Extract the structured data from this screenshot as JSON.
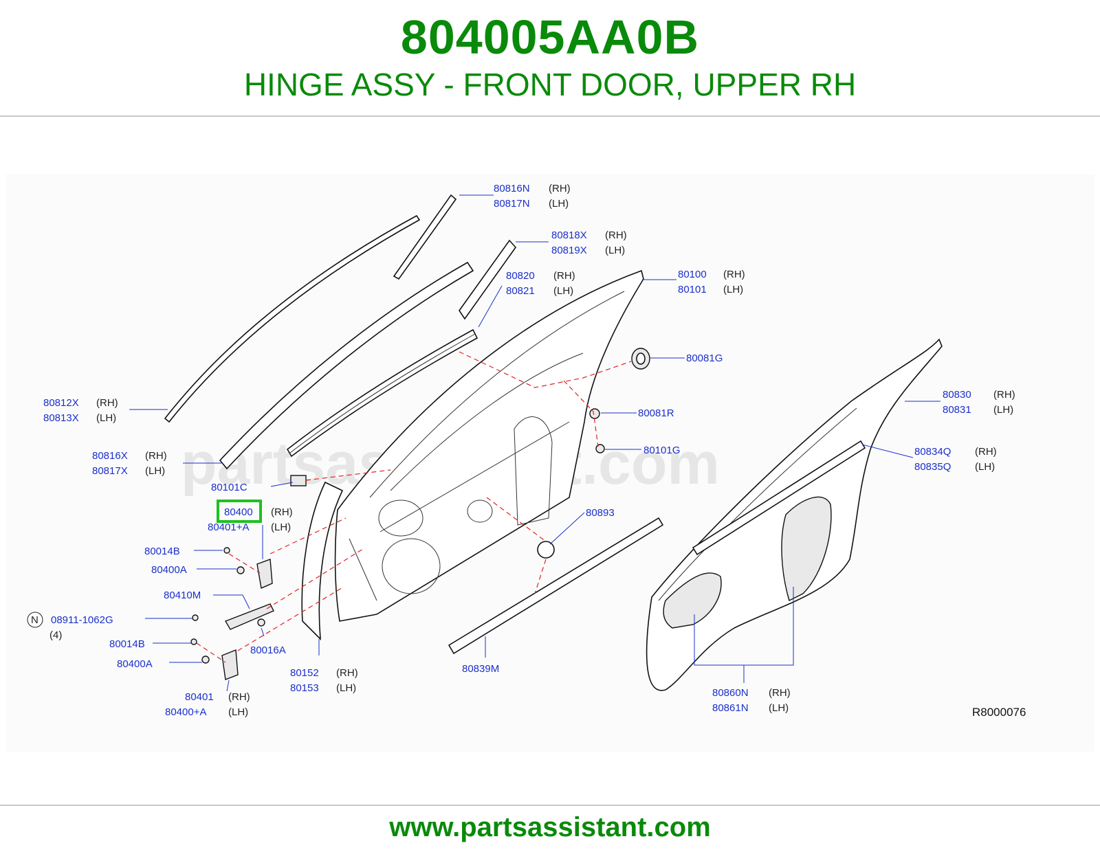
{
  "header": {
    "part_number": "804005AA0B",
    "part_title": "HINGE ASSY - FRONT DOOR, UPPER RH"
  },
  "diagram": {
    "watermark": "partsassistant.com",
    "reference": "R8000076",
    "highlight_color": "#20c020",
    "callouts": {
      "c80816N": {
        "pn": "80816N",
        "side": "(RH)"
      },
      "c80817N": {
        "pn": "80817N",
        "side": "(LH)"
      },
      "c80818X": {
        "pn": "80818X",
        "side": "(RH)"
      },
      "c80819X": {
        "pn": "80819X",
        "side": "(LH)"
      },
      "c80820": {
        "pn": "80820",
        "side": "(RH)"
      },
      "c80821": {
        "pn": "80821",
        "side": "(LH)"
      },
      "c80100": {
        "pn": "80100",
        "side": "(RH)"
      },
      "c80101": {
        "pn": "80101",
        "side": "(LH)"
      },
      "c80081G": {
        "pn": "80081G"
      },
      "c80830": {
        "pn": "80830",
        "side": "(RH)"
      },
      "c80831": {
        "pn": "80831",
        "side": "(LH)"
      },
      "c80812X": {
        "pn": "80812X",
        "side": "(RH)"
      },
      "c80813X": {
        "pn": "80813X",
        "side": "(LH)"
      },
      "c80081R": {
        "pn": "80081R"
      },
      "c80834Q": {
        "pn": "80834Q",
        "side": "(RH)"
      },
      "c80835Q": {
        "pn": "80835Q",
        "side": "(LH)"
      },
      "c80101G": {
        "pn": "80101G"
      },
      "c80816X": {
        "pn": "80816X",
        "side": "(RH)"
      },
      "c80817X": {
        "pn": "80817X",
        "side": "(LH)"
      },
      "c80101C": {
        "pn": "80101C"
      },
      "c80400": {
        "pn": "80400",
        "side": "(RH)"
      },
      "c80401A": {
        "pn": "80401+A",
        "side": "(LH)"
      },
      "c80893": {
        "pn": "80893"
      },
      "c80014B_1": {
        "pn": "80014B"
      },
      "c80400A_1": {
        "pn": "80400A"
      },
      "c80410M": {
        "pn": "80410M"
      },
      "c08911": {
        "prefix": "N",
        "pn": "08911-1062G",
        "qty": "(4)"
      },
      "c80016A": {
        "pn": "80016A"
      },
      "c80014B_2": {
        "pn": "80014B"
      },
      "c80400A_2": {
        "pn": "80400A"
      },
      "c80152": {
        "pn": "80152",
        "side": "(RH)"
      },
      "c80153": {
        "pn": "80153",
        "side": "(LH)"
      },
      "c80839M": {
        "pn": "80839M"
      },
      "c80401": {
        "pn": "80401",
        "side": "(RH)"
      },
      "c80400A_LH": {
        "pn": "80400+A",
        "side": "(LH)"
      },
      "c80860N": {
        "pn": "80860N",
        "side": "(RH)"
      },
      "c80861N": {
        "pn": "80861N",
        "side": "(LH)"
      }
    }
  },
  "footer": {
    "url": "www.partsassistant.com"
  }
}
